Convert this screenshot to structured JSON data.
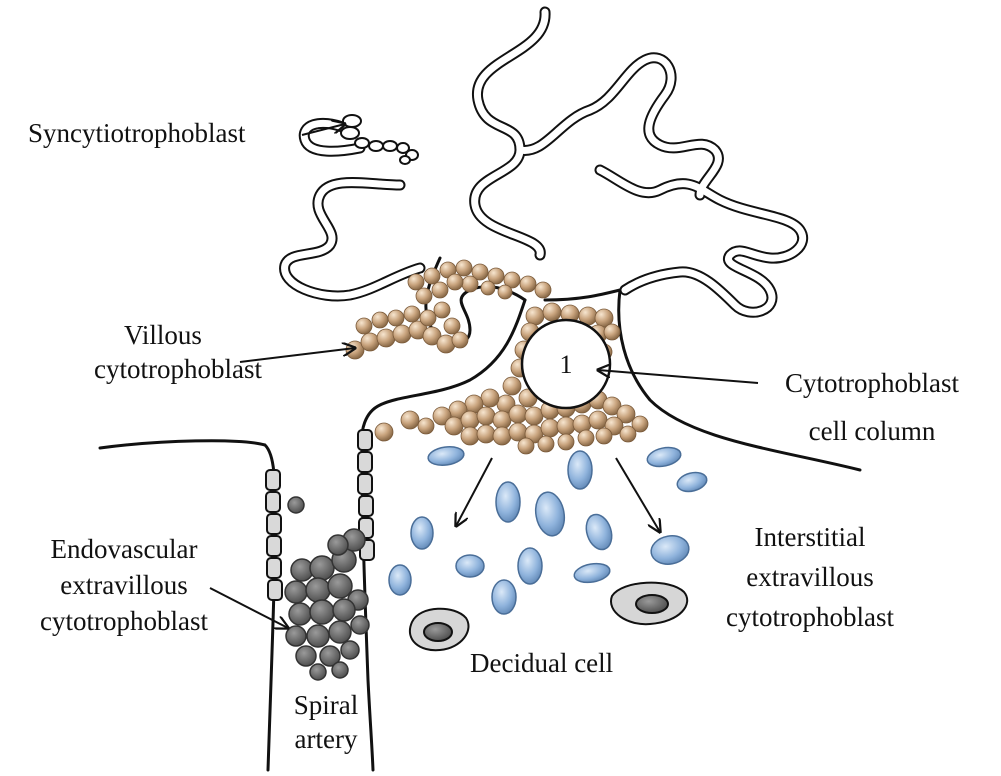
{
  "labels": {
    "syncytiotrophoblast": "Syncytiotrophoblast",
    "villous_line1": "Villous",
    "villous_line2": "cytotrophoblast",
    "column_line1": "Cytotrophoblast",
    "column_line2": "cell column",
    "endovascular_line1": "Endovascular",
    "endovascular_line2": "extravillous",
    "endovascular_line3": "cytotrophoblast",
    "interstitial_line1": "Interstitial",
    "interstitial_line2": "extravillous",
    "interstitial_line3": "cytotrophoblast",
    "decidual_cell": "Decidual cell",
    "spiral_line1": "Spiral",
    "spiral_line2": "artery"
  },
  "marker_number": "1",
  "colors": {
    "outline": "#111111",
    "cytotrophoblast_fill": "#c9a47e",
    "interstitial_fill": "#8fb3dc",
    "endovascular_fill": "#6b6b6b",
    "decidual_fill": "#bdbdbd",
    "artery_lining": "#d9d9d9"
  }
}
